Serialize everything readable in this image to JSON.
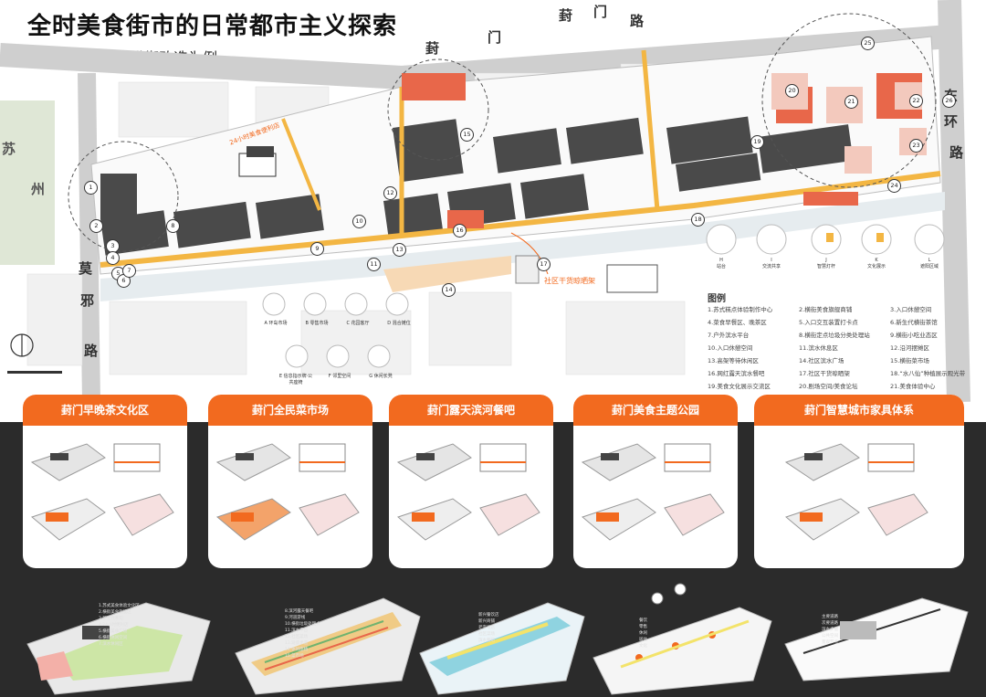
{
  "title": "全时美食街市的日常都市主义探索",
  "subtitle": "——以苏州葑门横街改造为例",
  "roads": {
    "top": [
      "葑",
      "门",
      "路"
    ],
    "top2": [
      "葑",
      "门"
    ],
    "right": [
      "东",
      "环",
      "路"
    ],
    "left": [
      "莫",
      "邪",
      "路"
    ],
    "river_left": "苏",
    "river_right": "州"
  },
  "callouts": {
    "market_pavilion": "社区干货晾晒架",
    "street_callout": "24小时美食便利店"
  },
  "map_numbers": [
    "1",
    "2",
    "3",
    "4",
    "5",
    "6",
    "7",
    "8",
    "9",
    "10",
    "11",
    "12",
    "13",
    "14",
    "15",
    "16",
    "17",
    "18",
    "19",
    "20",
    "21",
    "22",
    "23",
    "24",
    "25",
    "26"
  ],
  "left_icons": [
    {
      "letter": "A",
      "label": "环岛市场"
    },
    {
      "letter": "B",
      "label": "零售市场"
    },
    {
      "letter": "C",
      "label": "花园客厅"
    },
    {
      "letter": "D",
      "label": "混合摊位"
    },
    {
      "letter": "E",
      "label": "信息指示牌·公共座椅"
    },
    {
      "letter": "F",
      "label": "邻里空间"
    },
    {
      "letter": "G",
      "label": "休闲长凳"
    }
  ],
  "right_icons": [
    {
      "letter": "H",
      "label": "站台"
    },
    {
      "letter": "I",
      "label": "交流共享"
    },
    {
      "letter": "J",
      "label": "智慧灯杆"
    },
    {
      "letter": "K",
      "label": "文化展示"
    },
    {
      "letter": "L",
      "label": "遮阳区域"
    }
  ],
  "legend": {
    "title": "图例",
    "items": [
      "1.苏式糕点体验制作中心",
      "2.横街美食旗舰商铺",
      "3.入口休憩空间",
      "4.菜食早餐区、晚茶区",
      "5.入口交互装置打卡点",
      "6.新生代横街茶馆",
      "7.户外滨水平台",
      "8.横街定点垃圾分类处理站",
      "9.横街小吃业态区",
      "10.入口休憩空间",
      "11.滨水休息区",
      "12.沿河摆摊区",
      "13.高架等待休闲区",
      "14.社区滨水广场",
      "15.横街菜市场",
      "16.网红露天滨水餐吧",
      "17.社区干货晾晒架",
      "18.“水八仙”种植展示观光带",
      "19.美食文化展示交流区",
      "20.剧场空间/美食论坛",
      "21.美食体验中心"
    ]
  },
  "cards": [
    {
      "title": "葑门早晚茶文化区"
    },
    {
      "title": "葑门全民菜市场"
    },
    {
      "title": "葑门露天滨河餐吧"
    },
    {
      "title": "葑门美食主题公园"
    },
    {
      "title": "葑门智慧城市家具体系"
    }
  ],
  "axo_legends": [
    [
      "1.苏式美食体验文化区",
      "2.横街美食旗舰区",
      "3.新生代茶馆",
      "4.24小时便利店",
      "5.横街美食广场",
      "6.横街休闲空间",
      "7.滨水休闲区"
    ],
    [
      "8.滨河露天餐吧",
      "9.河道游线",
      "10.横街垃圾处理点",
      "11.滨水平台",
      "12.社区菜场",
      "13.观景步道",
      "14.休闲座椅",
      "15.菜市场"
    ],
    [
      "新兴餐饮店",
      "新兴商铺",
      "老字号店",
      "社区菜场",
      "滨水餐吧"
    ],
    [
      "餐饮",
      "零售",
      "休闲",
      "居住",
      "文化"
    ],
    [
      "主要道路",
      "次要道路",
      "滨水步道",
      "公共空间",
      "景观节点"
    ]
  ],
  "colors": {
    "accent": "#f26a1f",
    "building": "#4a4a4a",
    "road": "#cfcfcf",
    "street_yellow": "#f3b643",
    "dark_panel": "#2b2b2b"
  }
}
